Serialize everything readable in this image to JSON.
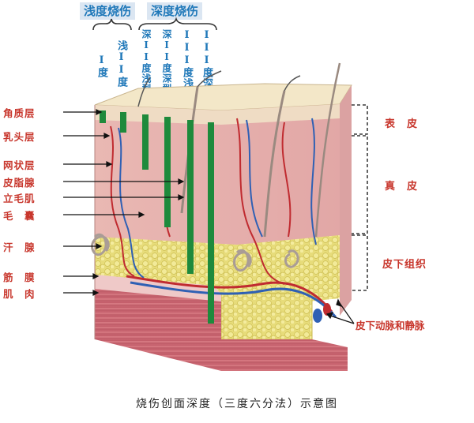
{
  "header": {
    "shallow": "浅度烧伤",
    "deep": "深度烧伤"
  },
  "depth_columns": [
    {
      "label": "I度"
    },
    {
      "label": "浅II度"
    },
    {
      "label": "深II度浅型"
    },
    {
      "label": "深II度深型"
    },
    {
      "label": "III度浅型"
    },
    {
      "label": "III度深型"
    }
  ],
  "layers_left": [
    {
      "label": "角质层"
    },
    {
      "label": "乳头层"
    },
    {
      "label": "网状层"
    },
    {
      "label": "皮脂腺"
    },
    {
      "label": "立毛肌"
    },
    {
      "label": "毛　囊"
    },
    {
      "label": "汗　腺"
    },
    {
      "label": "筋　膜"
    },
    {
      "label": "肌　肉"
    }
  ],
  "layers_right": {
    "epidermis": "表　皮",
    "dermis": "真　皮",
    "subcutis": "皮下组织",
    "vessels": "皮下动脉和静脉"
  },
  "caption": "烧伤创面深度（三度六分法）示意图",
  "colors": {
    "label_blue": "#1f78b9",
    "label_red": "#c8372d",
    "depth_bar": "#1e8a3c",
    "header_bg": "#dbe6f2"
  }
}
